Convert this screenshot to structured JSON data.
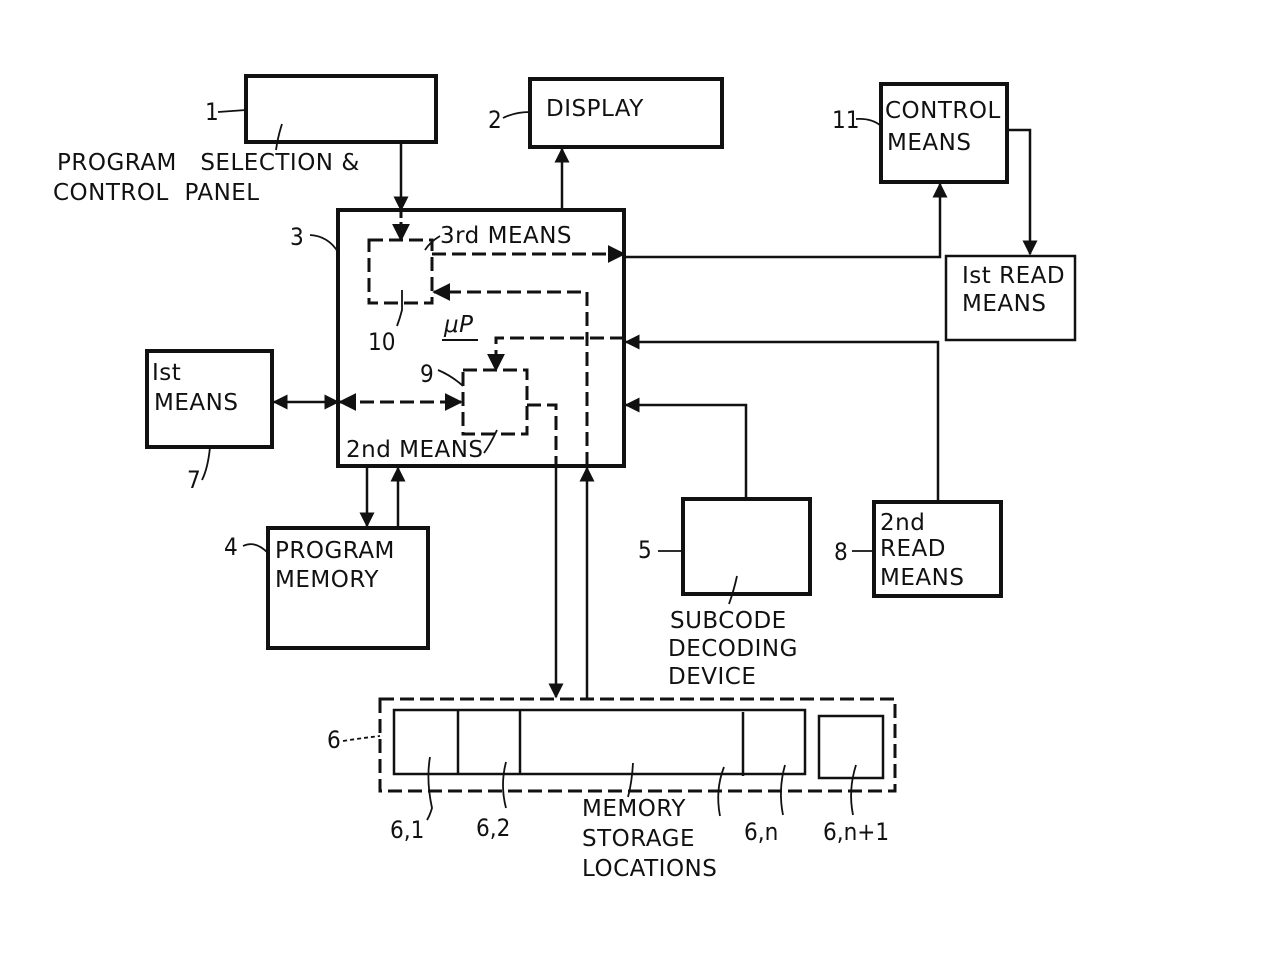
{
  "diagram": {
    "blocks": {
      "selection_panel": {
        "ref": "1",
        "caption_lines": [
          "PROGRAM   SELECTION &",
          "CONTROL  PANEL"
        ]
      },
      "display": {
        "ref": "2",
        "label": "DISPLAY"
      },
      "microprocessor": {
        "ref": "3",
        "label": "μP"
      },
      "third_means": {
        "ref": "10",
        "label": "3rd MEANS"
      },
      "second_means": {
        "ref": "9",
        "label": "2nd MEANS"
      },
      "program_memory": {
        "ref": "4",
        "lines": [
          "PROGRAM",
          "MEMORY"
        ]
      },
      "subcode_decoder": {
        "ref": "5",
        "caption_lines": [
          "SUBCODE",
          "DECODING",
          "DEVICE"
        ]
      },
      "memory_storage": {
        "ref": "6",
        "caption_lines": [
          "MEMORY",
          "STORAGE",
          "LOCATIONS"
        ],
        "cells": [
          "6,1",
          "6,2",
          "6,n",
          "6,n+1"
        ]
      },
      "first_means": {
        "ref": "7",
        "lines": [
          "Ist",
          "MEANS"
        ]
      },
      "second_read_means": {
        "ref": "8",
        "lines": [
          "2nd",
          "READ",
          "MEANS"
        ]
      },
      "control_means": {
        "ref": "11",
        "lines": [
          "CONTROL",
          "MEANS"
        ]
      },
      "first_read_means": {
        "lines": [
          "Ist READ",
          "MEANS"
        ]
      }
    }
  }
}
